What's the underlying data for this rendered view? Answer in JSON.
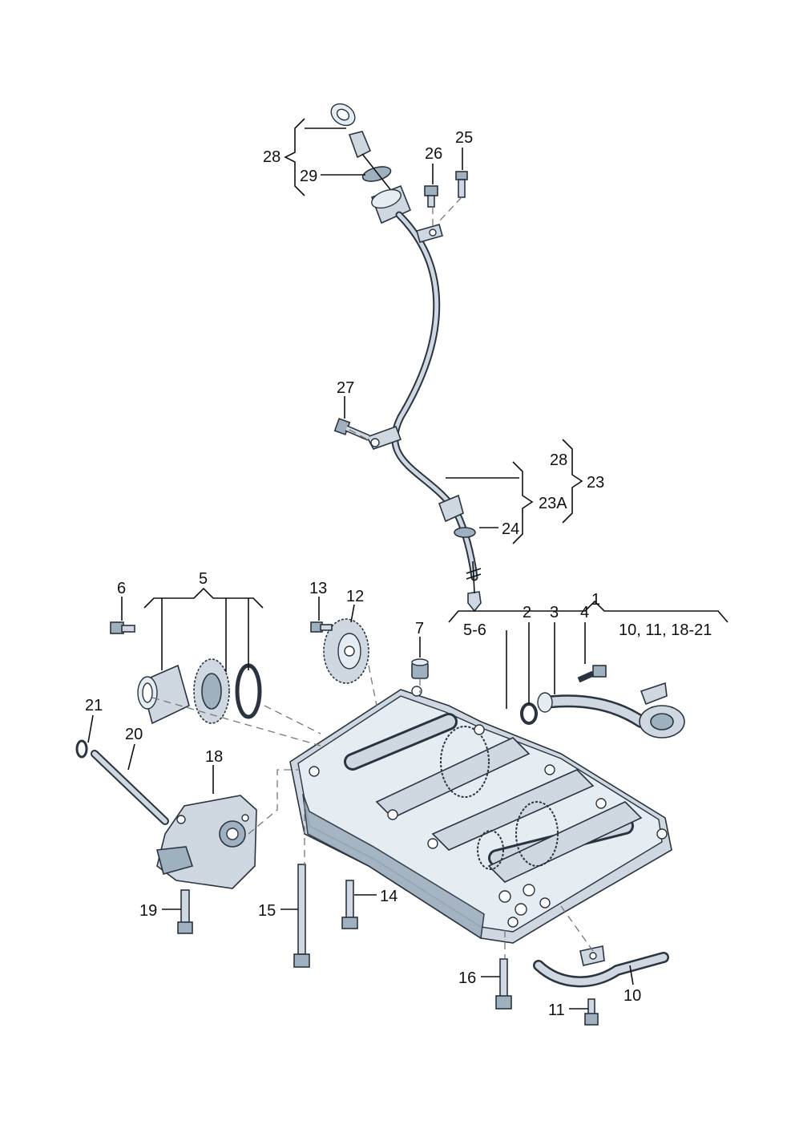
{
  "callouts": {
    "c1": "1",
    "c2": "2",
    "c3": "3",
    "c4": "4",
    "c5": "5",
    "c5_6": "5-6",
    "c6": "6",
    "c7": "7",
    "c10": "10",
    "c10_group": "10, 11, 18-21",
    "c11": "11",
    "c12": "12",
    "c13": "13",
    "c14": "14",
    "c15": "15",
    "c16": "16",
    "c18": "18",
    "c19": "19",
    "c20": "20",
    "c21": "21",
    "c23": "23",
    "c23A": "23A",
    "c24": "24",
    "c25": "25",
    "c26": "26",
    "c27": "27",
    "c28_top": "28",
    "c28_right": "28",
    "c29": "29"
  },
  "colors": {
    "part_fill": "#cfd8e0",
    "part_dark": "#9fb0bf",
    "outline": "#2a3440"
  }
}
